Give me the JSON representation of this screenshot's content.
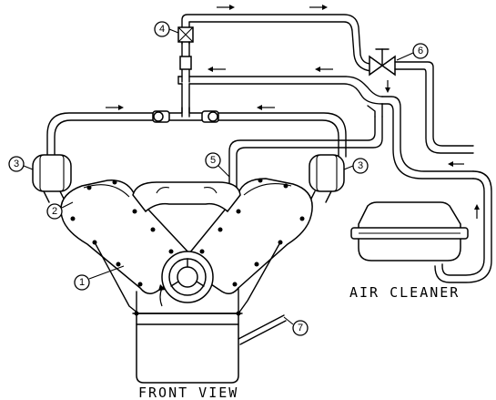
{
  "labels": {
    "front_view": "FRONT VIEW",
    "air_cleaner": "AIR CLEANER"
  },
  "callouts": [
    "1",
    "2",
    "3",
    "3",
    "4",
    "5",
    "6",
    "7"
  ]
}
